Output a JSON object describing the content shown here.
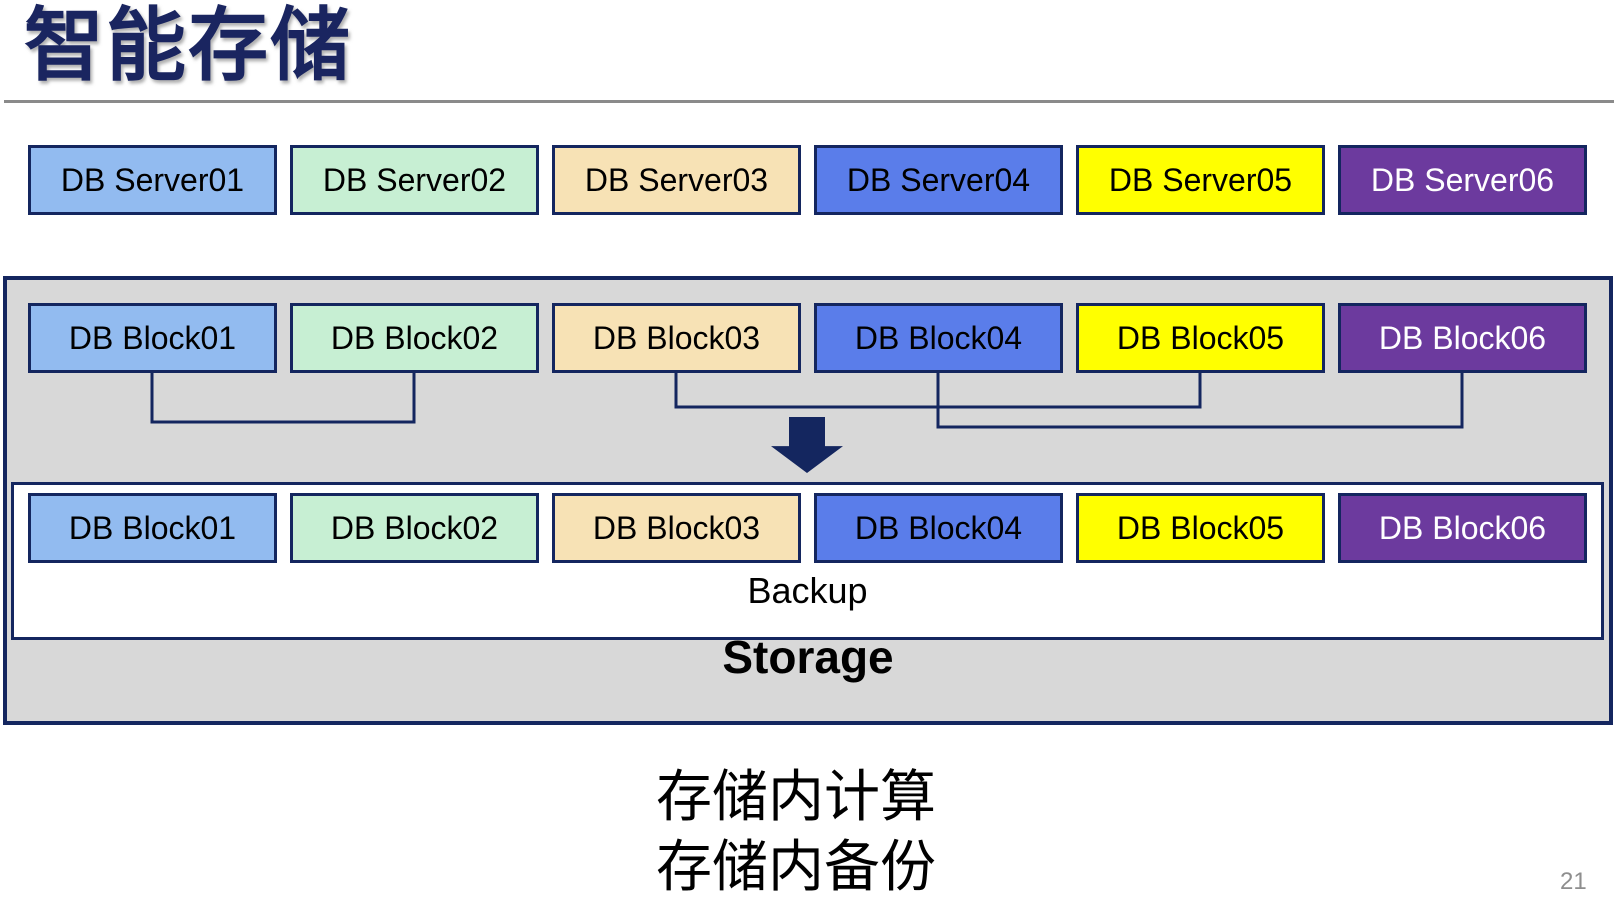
{
  "title": "智能存储",
  "servers": {
    "items": [
      {
        "label": "DB Server01",
        "bg": "#92BBF0",
        "fg": "#000000"
      },
      {
        "label": "DB Server02",
        "bg": "#C7EFD3",
        "fg": "#000000"
      },
      {
        "label": "DB Server03",
        "bg": "#F7E2B5",
        "fg": "#000000"
      },
      {
        "label": "DB Server04",
        "bg": "#5A7DEA",
        "fg": "#000000"
      },
      {
        "label": "DB Server05",
        "bg": "#FFFF00",
        "fg": "#000000"
      },
      {
        "label": "DB Server06",
        "bg": "#6C3A9E",
        "fg": "#FFFFFF"
      }
    ]
  },
  "storage": {
    "label": "Storage",
    "blocks_top": {
      "items": [
        {
          "label": "DB Block01",
          "bg": "#92BBF0",
          "fg": "#000000"
        },
        {
          "label": "DB Block02",
          "bg": "#C7EFD3",
          "fg": "#000000"
        },
        {
          "label": "DB Block03",
          "bg": "#F7E2B5",
          "fg": "#000000"
        },
        {
          "label": "DB Block04",
          "bg": "#5A7DEA",
          "fg": "#000000"
        },
        {
          "label": "DB Block05",
          "bg": "#FFFF00",
          "fg": "#000000"
        },
        {
          "label": "DB Block06",
          "bg": "#6C3A9E",
          "fg": "#FFFFFF"
        }
      ]
    },
    "backup": {
      "label": "Backup",
      "blocks": {
        "items": [
          {
            "label": "DB Block01",
            "bg": "#92BBF0",
            "fg": "#000000"
          },
          {
            "label": "DB Block02",
            "bg": "#C7EFD3",
            "fg": "#000000"
          },
          {
            "label": "DB Block03",
            "bg": "#F7E2B5",
            "fg": "#000000"
          },
          {
            "label": "DB Block04",
            "bg": "#5A7DEA",
            "fg": "#000000"
          },
          {
            "label": "DB Block05",
            "bg": "#FFFF00",
            "fg": "#000000"
          },
          {
            "label": "DB Block06",
            "bg": "#6C3A9E",
            "fg": "#FFFFFF"
          }
        ]
      }
    }
  },
  "captions": {
    "line1": "存储内计算",
    "line2": "存储内备份"
  },
  "page_number": "21",
  "colors": {
    "outline": "#14265F",
    "container_fill": "#D8D8D8",
    "title": "#1A2560",
    "rule": "#8A8A8A",
    "arrow": "#14265F"
  }
}
